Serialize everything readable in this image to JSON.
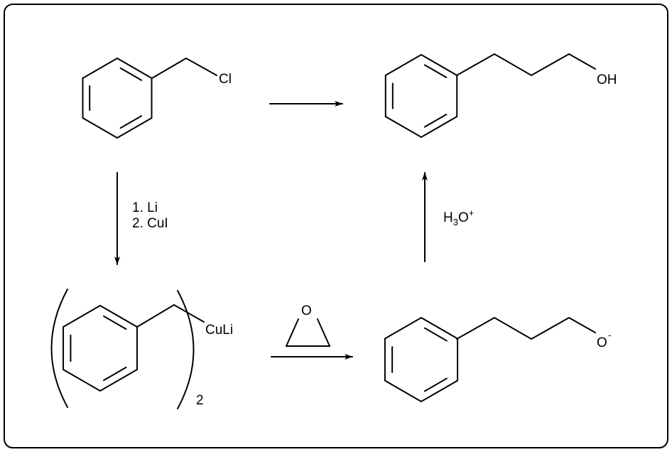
{
  "scheme": {
    "start_material": {
      "atom_label": "Cl"
    },
    "intermediate_cuprate": {
      "atom_label": "CuLi",
      "subscript": "2"
    },
    "epoxide": {
      "atom_label": "O"
    },
    "alkoxide": {
      "atom_label": "O",
      "charge": "-"
    },
    "product": {
      "atom_label": "OH"
    },
    "step1_reagents": [
      "1. Li",
      "2. CuI"
    ],
    "step3_reagent": {
      "main": "H",
      "sub": "3",
      "main2": "O",
      "sup": "+"
    }
  }
}
